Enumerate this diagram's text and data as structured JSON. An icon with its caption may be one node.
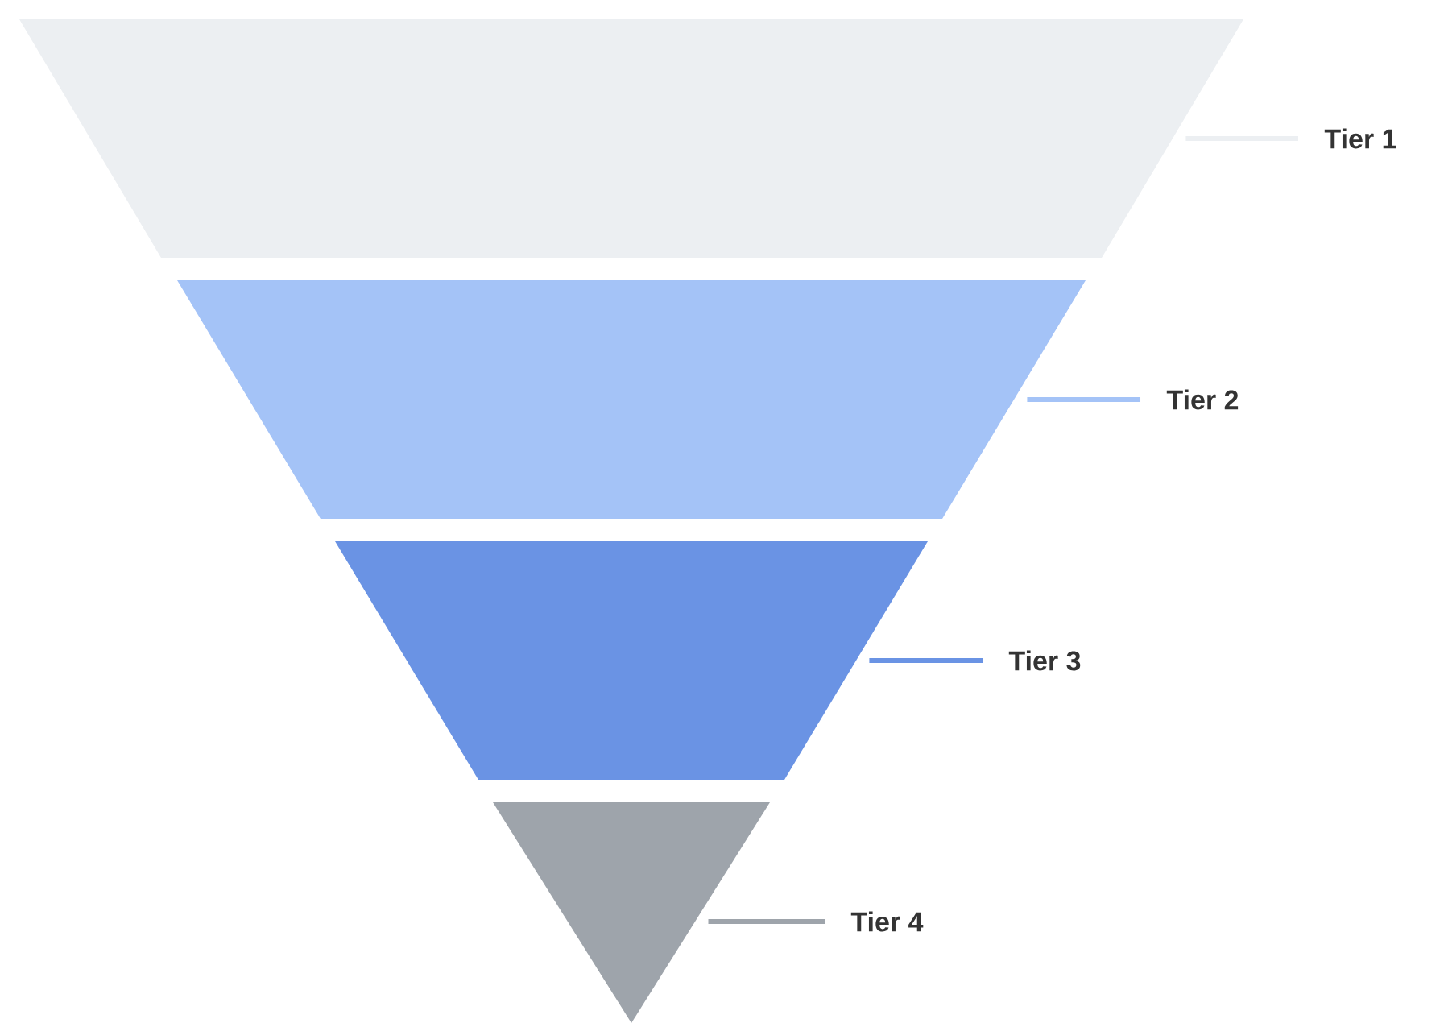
{
  "diagram": {
    "nodes": [
      {
        "text": [],
        "shape": "trapezoid"
      },
      {
        "text": [],
        "shape": "trapezoid"
      },
      {
        "text": [],
        "shape": "trapezoid"
      },
      {
        "text": [],
        "shape": "triangle"
      },
      {
        "text": [
          "Tier 1"
        ]
      },
      {
        "text": [
          "Tier 2"
        ]
      },
      {
        "text": [
          "Tier 3"
        ]
      },
      {
        "text": [
          "Tier 4"
        ]
      }
    ],
    "edges": [
      {
        "from": 4,
        "to": 0,
        "arrow": "none",
        "color": "#eceff2"
      },
      {
        "from": 5,
        "to": 1,
        "arrow": "none",
        "color": "#a4c3f7"
      },
      {
        "from": 6,
        "to": 2,
        "arrow": "none",
        "color": "#6a93e4"
      },
      {
        "from": 7,
        "to": 3,
        "arrow": "none",
        "color": "#9ea4ab"
      }
    ]
  }
}
